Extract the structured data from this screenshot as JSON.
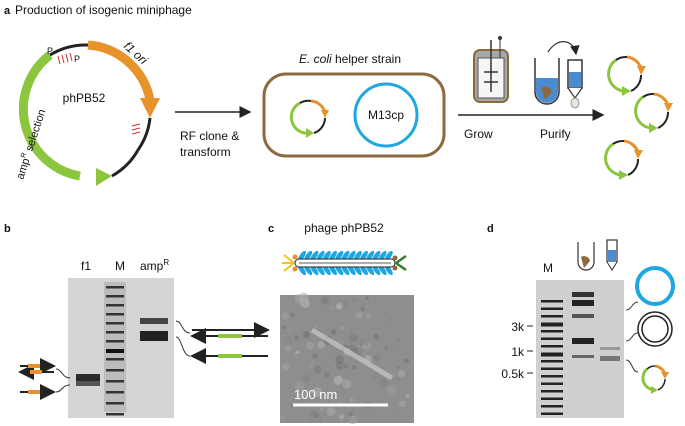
{
  "panel_a": {
    "letter": "a",
    "title": "Production of isogenic miniphage",
    "plasmid": {
      "name": "phPB52",
      "ori_label": "f1 ori",
      "sel_label_pre": "amp",
      "sel_label_sup": "R",
      "sel_label_post": " selection",
      "promoter_1": "P",
      "promoter_2": "P"
    },
    "step1_line1": "RF clone &",
    "step1_line2": "transform",
    "host": {
      "label_italic": "E. coli",
      "label_rest": " helper strain",
      "helper": "M13cp"
    },
    "step2": "Grow",
    "step3": "Purify"
  },
  "panel_b": {
    "letter": "b",
    "lanes": [
      "f1",
      "M"
    ],
    "lane3_pre": "amp",
    "lane3_sup": "R"
  },
  "panel_c": {
    "letter": "c",
    "title": "phage phPB52",
    "scale_bar": "100 nm"
  },
  "panel_d": {
    "letter": "d",
    "ladder_lane": "M",
    "ladder_marks": [
      "3k",
      "1k",
      "0.5k"
    ]
  },
  "colors": {
    "orange": "#e8922b",
    "green": "#8cc63f",
    "blue": "#1ea7e1",
    "brown": "#8b6a40",
    "black": "#222222"
  }
}
